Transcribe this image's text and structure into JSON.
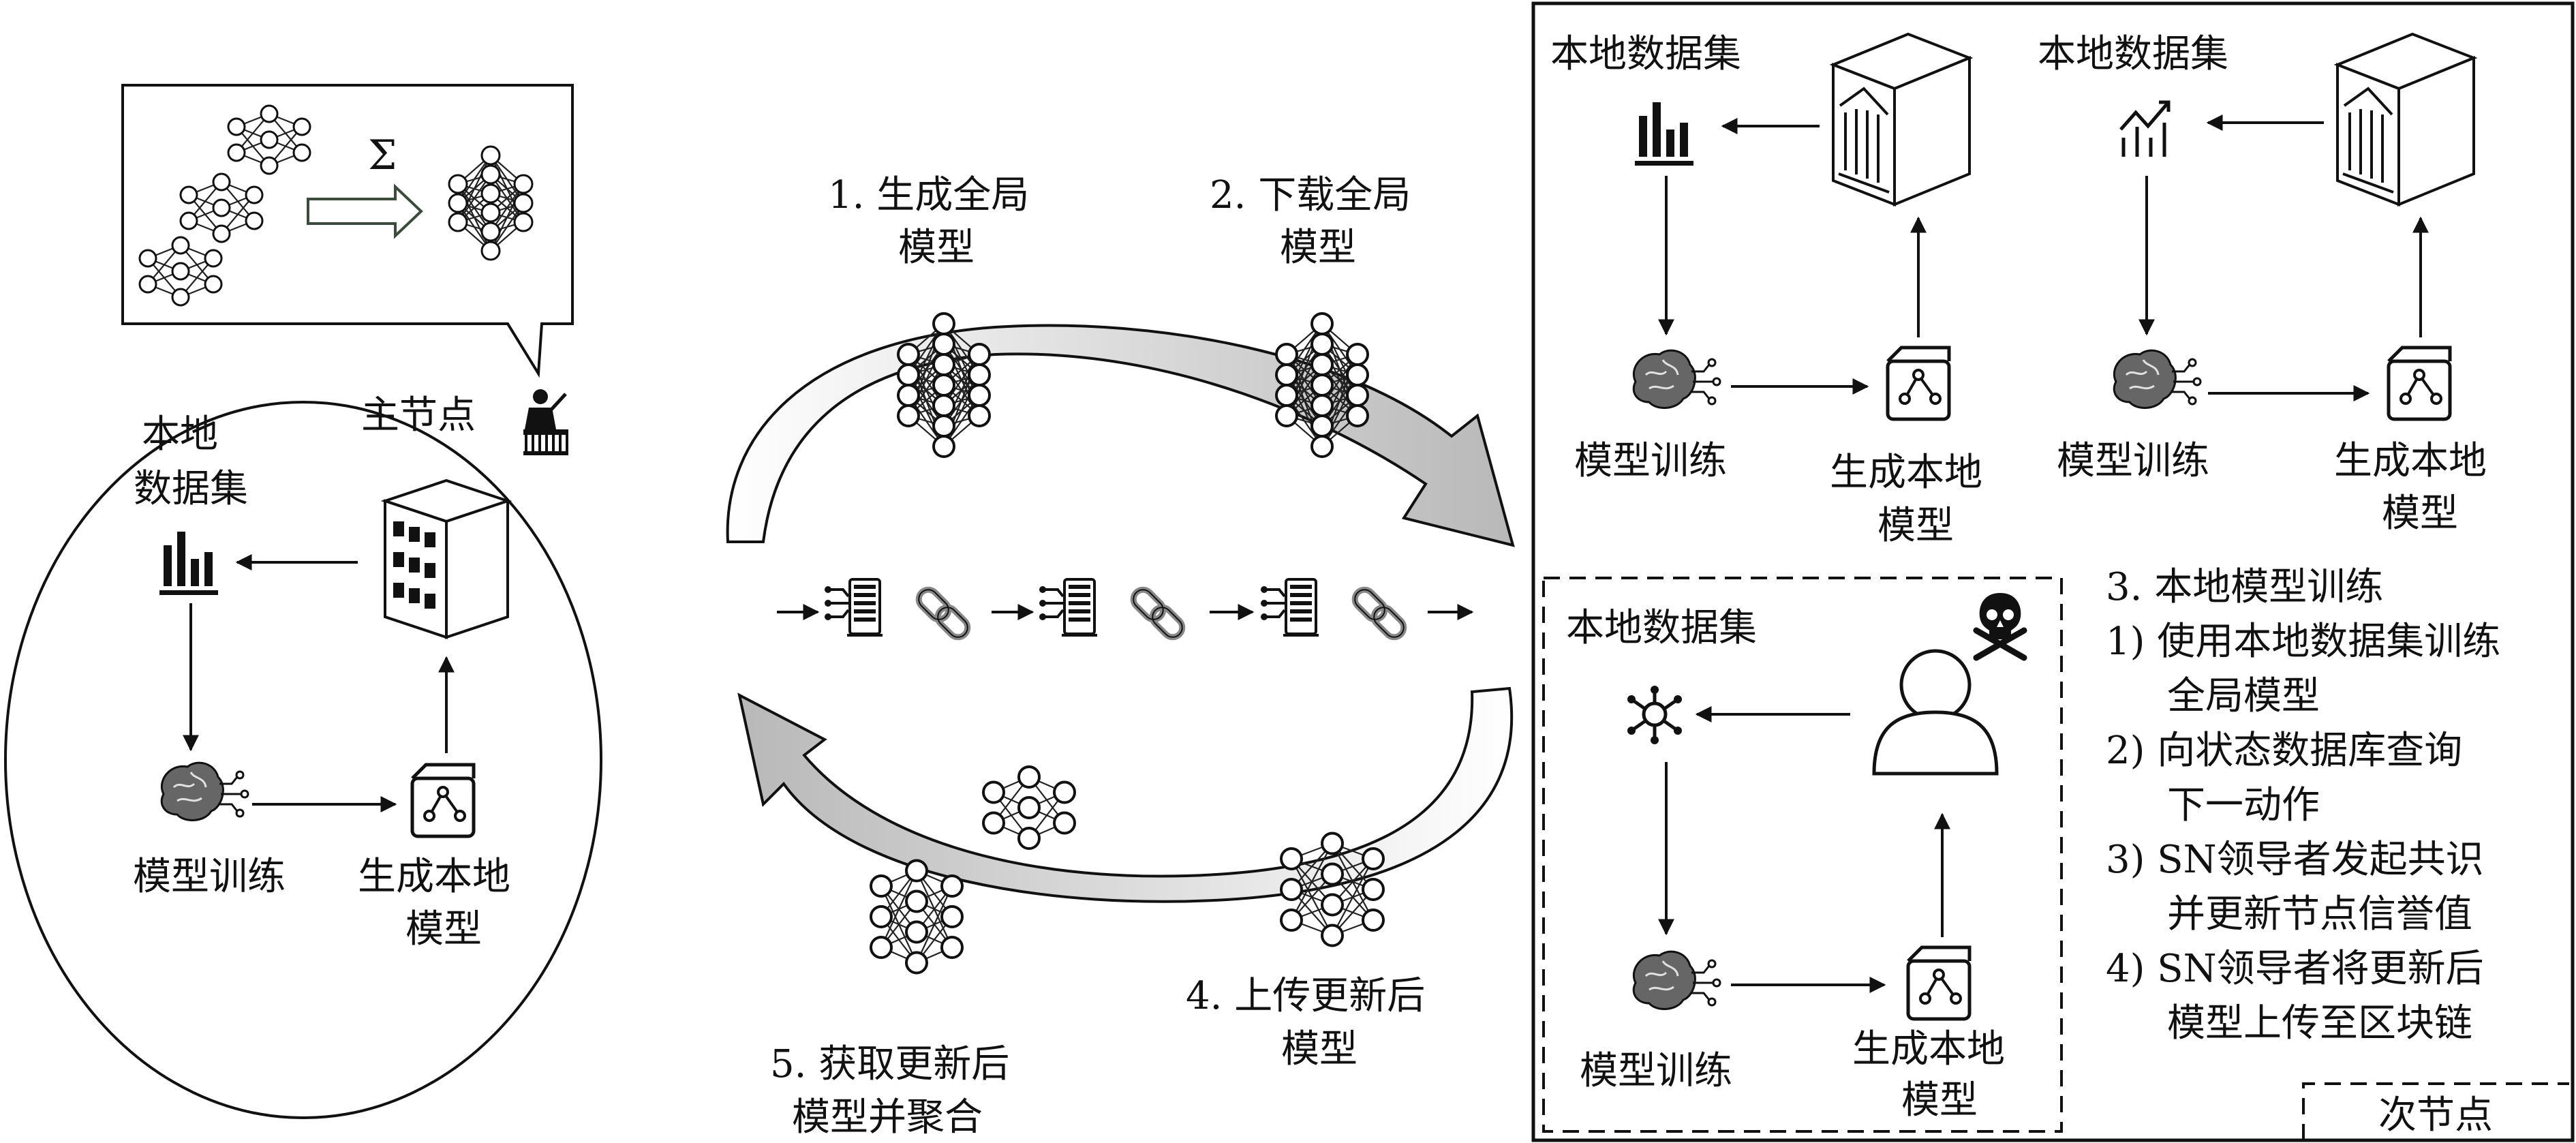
{
  "main_node": {
    "label": "主节点",
    "local_dataset_line1": "本地",
    "local_dataset_line2": "数据集",
    "model_training": "模型训练",
    "gen_local_model_line1": "生成本地",
    "gen_local_model_line2": "模型",
    "sum_symbol": "Σ"
  },
  "steps": {
    "step1_line1": "1. 生成全局",
    "step1_line2": "模型",
    "step2_line1": "2. 下载全局",
    "step2_line2": "模型",
    "step4_line1": "4. 上传更新后",
    "step4_line2": "模型",
    "step5_line1": "5. 获取更新后",
    "step5_line2": "模型并聚合"
  },
  "secondary": {
    "local_dataset": "本地数据集",
    "model_training": "模型训练",
    "gen_local_model_line1": "生成本地",
    "gen_local_model_line2": "模型",
    "step3_title": "3. 本地模型训练",
    "sub1_line1": "1)  使用本地数据集训练",
    "sub1_line2": "全局模型",
    "sub2_line1": "2)  向状态数据库查询",
    "sub2_line2": "下一动作",
    "sub3_line1": "3) SN领导者发起共识",
    "sub3_line2": "并更新节点信誉值",
    "sub4_line1": "4) SN领导者将更新后",
    "sub4_line2": "模型上传至区块链",
    "legend": "次节点"
  }
}
